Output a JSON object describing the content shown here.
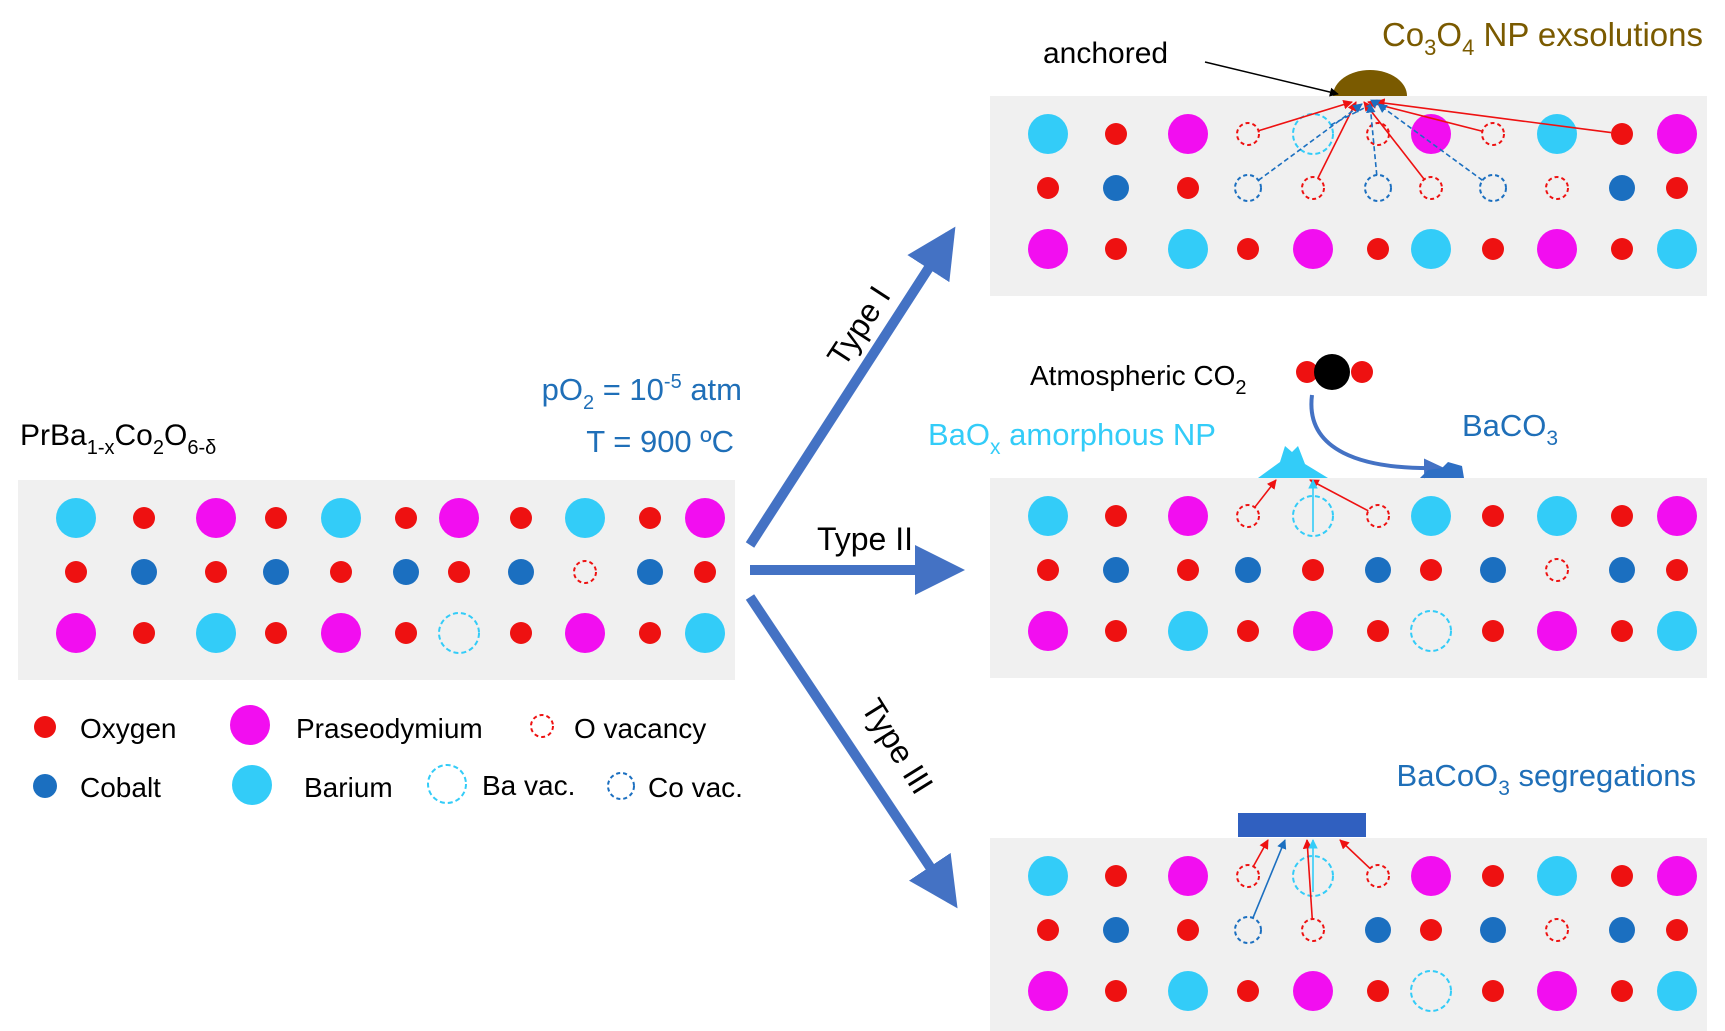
{
  "colors": {
    "oxygen": "#ee1111",
    "cobalt": "#1b6fc0",
    "praseodymium": "#f20ef0",
    "barium": "#33ccf8",
    "panel": "#f0f0f0",
    "arrow": "#4472c4",
    "label_blue": "#1f6fb8",
    "label_cyan": "#33ccf8",
    "label_olive": "#7a5a00",
    "co3o4_np": "#7a5a00",
    "baco3_np": "#2e6fc4",
    "cobalt_bar": "#3060c0",
    "carbon": "#000000"
  },
  "labels": {
    "formula_main": "PrBa",
    "formula_sub1": "1-x",
    "formula_mid": "Co",
    "formula_sub2": "2",
    "formula_o": "O",
    "formula_sub3": "6-δ",
    "po2_main": "pO",
    "po2_sub": "2",
    "po2_eq": " = 10",
    "po2_sup": "-5",
    "po2_unit": " atm",
    "temperature": "T = 900 ºC",
    "type1": "Type I",
    "type2": "Type II",
    "type3": "Type III",
    "anchored": "anchored",
    "co3o4_a": "Co",
    "co3o4_s1": "3",
    "co3o4_b": "O",
    "co3o4_s2": "4",
    "co3o4_c": " NP exsolutions",
    "atm_co2_a": "Atmospheric CO",
    "atm_co2_s": "2",
    "baox_a": "BaO",
    "baox_s": "x",
    "baox_b": " amorphous NP",
    "baco3_a": "BaCO",
    "baco3_s": "3",
    "bacoo3_a": "BaCoO",
    "bacoo3_s": "3",
    "bacoo3_b": " segregations"
  },
  "legend": [
    {
      "label": "Oxygen",
      "icon": "oxygen-dot"
    },
    {
      "label": "Praseodymium",
      "icon": "praseodymium-dot"
    },
    {
      "label": "O vacancy",
      "icon": "o-vacancy-dashed-circle"
    },
    {
      "label": "Cobalt",
      "icon": "cobalt-dot"
    },
    {
      "label": "Barium",
      "icon": "barium-dot"
    },
    {
      "label": "Ba vac.",
      "icon": "ba-vacancy-dashed-circle"
    },
    {
      "label": "Co vac.",
      "icon": "co-vacancy-dashed-circle"
    }
  ],
  "lattices": {
    "initial": [
      "B O P O B O P O B O P",
      "O C O C O C O C v C O",
      "P O B O P O b O P O B"
    ],
    "type1": [
      "B O P v b v P v B O P",
      "O C O c v c v c v C O",
      "P O B O P O B O P O B"
    ],
    "type2": [
      "B O P v b v B O B O P",
      "O C O C O C O C v C O",
      "P O B O P O b O P O B"
    ],
    "type3": [
      "B O P v b v P O B O P",
      "O C O c v C O C v C O",
      "P O B O P O b O P O B"
    ]
  }
}
